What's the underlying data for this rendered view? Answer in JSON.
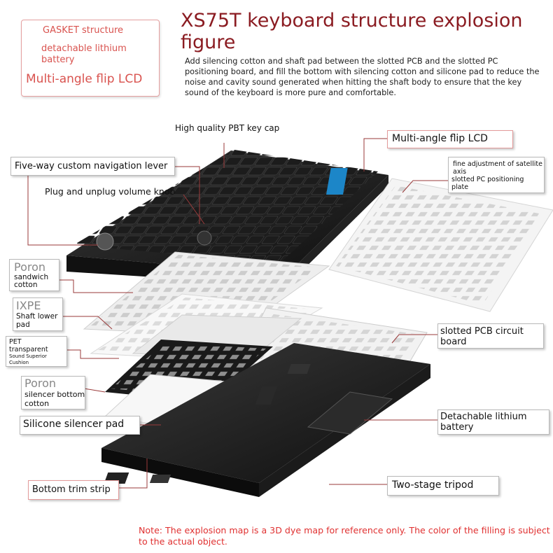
{
  "features": {
    "gasket": "GASKET structure",
    "battery": "detachable lithium battery",
    "lcd": "Multi-angle flip LCD"
  },
  "title": "XS75T keyboard structure explosion figure",
  "description": "Add silencing cotton and shaft pad between the slotted PCB and the slotted PC positioning board, and fill the bottom with silencing cotton and silicone pad to reduce the noise and cavity sound generated when hitting the shaft body to ensure that the key sound of the keyboard is more pure and comfortable.",
  "labels": {
    "keycap": "High quality PBT key cap",
    "lcd": "Multi-angle flip LCD",
    "nav_lever": "Five-way custom navigation lever",
    "satellite": "fine adjustment of satellite axis",
    "positioning_plate": "slotted PC positioning plate",
    "volume_knob": "Plug and unplug volume knob",
    "poron1_title": "Poron",
    "poron1_sub": "sandwich cotton",
    "ixpe_title": "IXPE",
    "ixpe_sub": "Shaft lower pad",
    "pet_title": "PET transparent",
    "pet_sub": "Sound Superior Cushion",
    "pcb": "slotted PCB circuit board",
    "poron2_title": "Poron",
    "poron2_sub": "silencer bottom cotton",
    "silicone": "Silicone silencer pad",
    "battery": "Detachable lithium battery",
    "trim": "Bottom trim strip",
    "tripod": "Two-stage tripod"
  },
  "note": "Note: The explosion map is a 3D dye map for reference only. The color of the filling is subject to the actual object.",
  "colors": {
    "title": "#8b1c22",
    "feature_text": "#d9534f",
    "note": "#e03131",
    "callout_line": "#9a3a3a"
  }
}
